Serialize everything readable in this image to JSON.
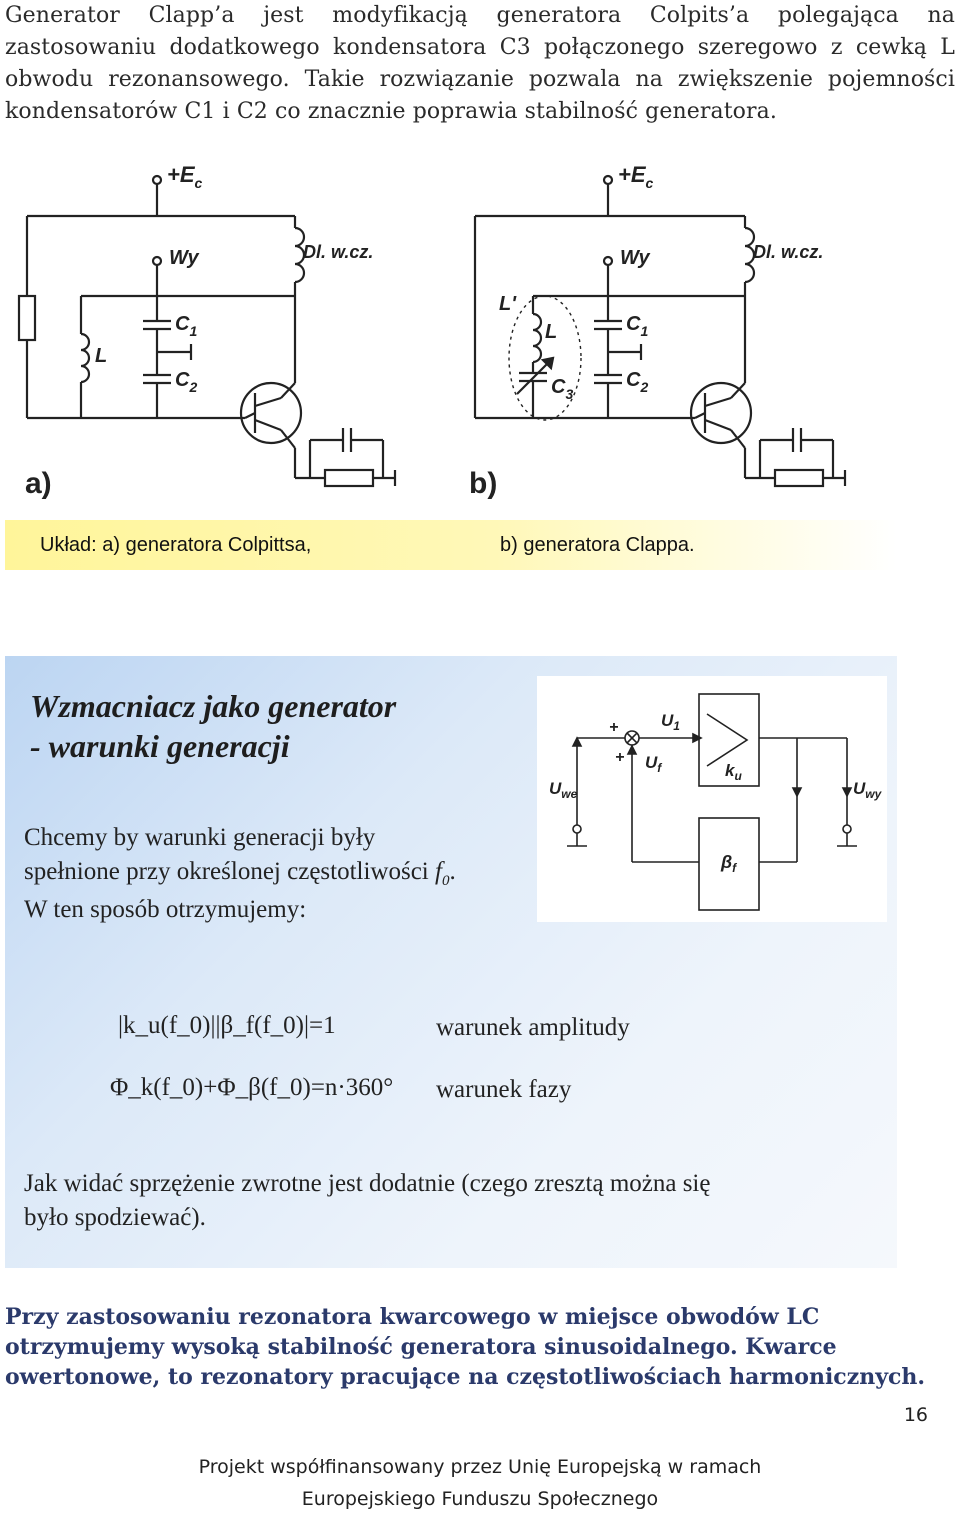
{
  "intro": {
    "text": "Generator Clapp’a jest modyfikacją generatora Colpits’a polegająca na zastosowaniu dodatkowego kondensatora C3 połączonego szeregowo z cewką L obwodu rezonansowego. Takie rozwiązanie pozwala na zwiększenie pojemności kondensatorów C1 i C2 co znacznie poprawia stabilność generatora."
  },
  "figure1": {
    "labels": {
      "ec": "+E",
      "ec_sub": "c",
      "wy": "Wy",
      "dl": "Dl. w.cz.",
      "l": "L",
      "l_prime": "L'",
      "c1": "C",
      "c1_sub": "1",
      "c2": "C",
      "c2_sub": "2",
      "c3": "C",
      "c3_sub": "3",
      "a": "a)",
      "b": "b)"
    },
    "caption_a": "Układ: a) generatora Colpittsa,",
    "caption_b": "b) generatora Clappa."
  },
  "slide": {
    "title_line1": "Wzmacniacz jako generator",
    "title_line2": "- warunki generacji",
    "text_line1": "Chcemy by warunki generacji były",
    "text_line2_a": "spełnione przy określonej częstotliwości ",
    "text_line2_f": "f",
    "text_line2_sub": "0",
    "text_line2_end": ".",
    "text_line3": "W ten sposób otrzymujemy:",
    "formula_amp": "|k_u(f_0)||β_f(f_0)|=1",
    "formula_phase": "Φ_k(f_0)+Φ_β(f_0)=n·360°",
    "cond_amp": "warunek amplitudy",
    "cond_phase": "warunek fazy",
    "conclusion_line1": "Jak widać sprzężenie zwrotne jest dodatnie (czego zresztą można się",
    "conclusion_line2": "było spodziewać).",
    "diagram": {
      "u1": "U",
      "u1_sub": "1",
      "uf": "U",
      "uf_sub": "f",
      "uwe": "U",
      "uwe_sub": "we",
      "uwy": "U",
      "uwy_sub": "wy",
      "ku": "k",
      "ku_sub": "u",
      "bf": "β",
      "bf_sub": "f",
      "plus": "+"
    }
  },
  "outro": {
    "text": "Przy zastosowaniu rezonatora kwarcowego w miejsce obwodów LC otrzymujemy wysoką stabilność generatora sinusoidalnego. Kwarce owertonowe, to rezonatory pracujące na częstotliwościach harmonicznych."
  },
  "page_number": "16",
  "footer": {
    "line1": "Projekt współfinansowany przez Unię Europejską w ramach",
    "line2": "Europejskiego Funduszu Społecznego"
  }
}
